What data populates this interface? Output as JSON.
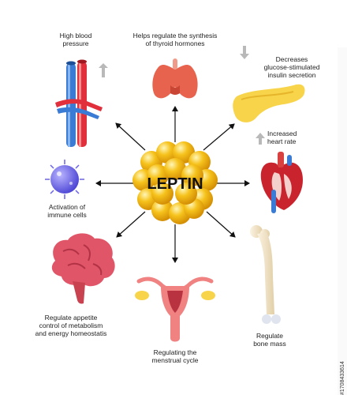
{
  "center": {
    "label": "LEPTIN"
  },
  "effects": {
    "blood_pressure": [
      "High blood",
      "pressure"
    ],
    "thyroid": [
      "Helps regulate the synthesis",
      "of thyroid hormones"
    ],
    "insulin": [
      "Decreases",
      "glucose-stimulated",
      "insulin secretion"
    ],
    "heart_rate": [
      "Increased",
      "heart rate"
    ],
    "immune": [
      "Activation of",
      "immune cells"
    ],
    "brain": [
      "Regulate appetite",
      "control of metabolism",
      "and energy homeostatis"
    ],
    "menstrual": [
      "Regulating the",
      "menstrual cycle"
    ],
    "bone": [
      "Regulate",
      "bone mass"
    ]
  },
  "indicators": {
    "blood_pressure": "up",
    "insulin": "down",
    "heart_rate": "up"
  },
  "stock_id": "#1708433614",
  "colors": {
    "leptin": "#f6c21b",
    "artery": "#e1303c",
    "vein": "#3a7bd5",
    "thyroid": "#e8634e",
    "pancreas": "#f7d44a",
    "heart": "#c9242e",
    "immune_cell": "#6a63e6",
    "brain": "#e05567",
    "uterus": "#f08282",
    "bone": "#efe0c2",
    "arrow": "#111111",
    "indicator": "#b9b9b9"
  }
}
